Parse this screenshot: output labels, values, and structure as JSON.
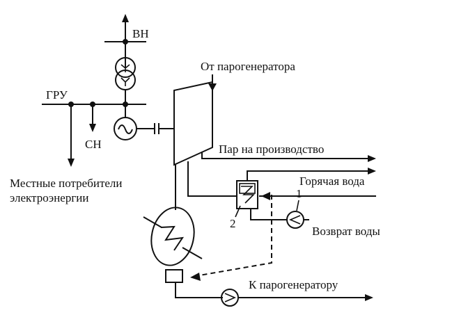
{
  "labels": {
    "vn": "ВН",
    "gru": "ГРУ",
    "sn": "СН",
    "from_steam_generator": "От парогенератора",
    "steam_to_production": "Пар на производство",
    "hot_water": "Горячая вода",
    "water_return": "Возврат воды",
    "to_steam_generator": "К парогенератору",
    "local_consumers_line1": "Местные потребители",
    "local_consumers_line2": "электроэнергии",
    "marker_1": "1",
    "marker_2": "2"
  }
}
